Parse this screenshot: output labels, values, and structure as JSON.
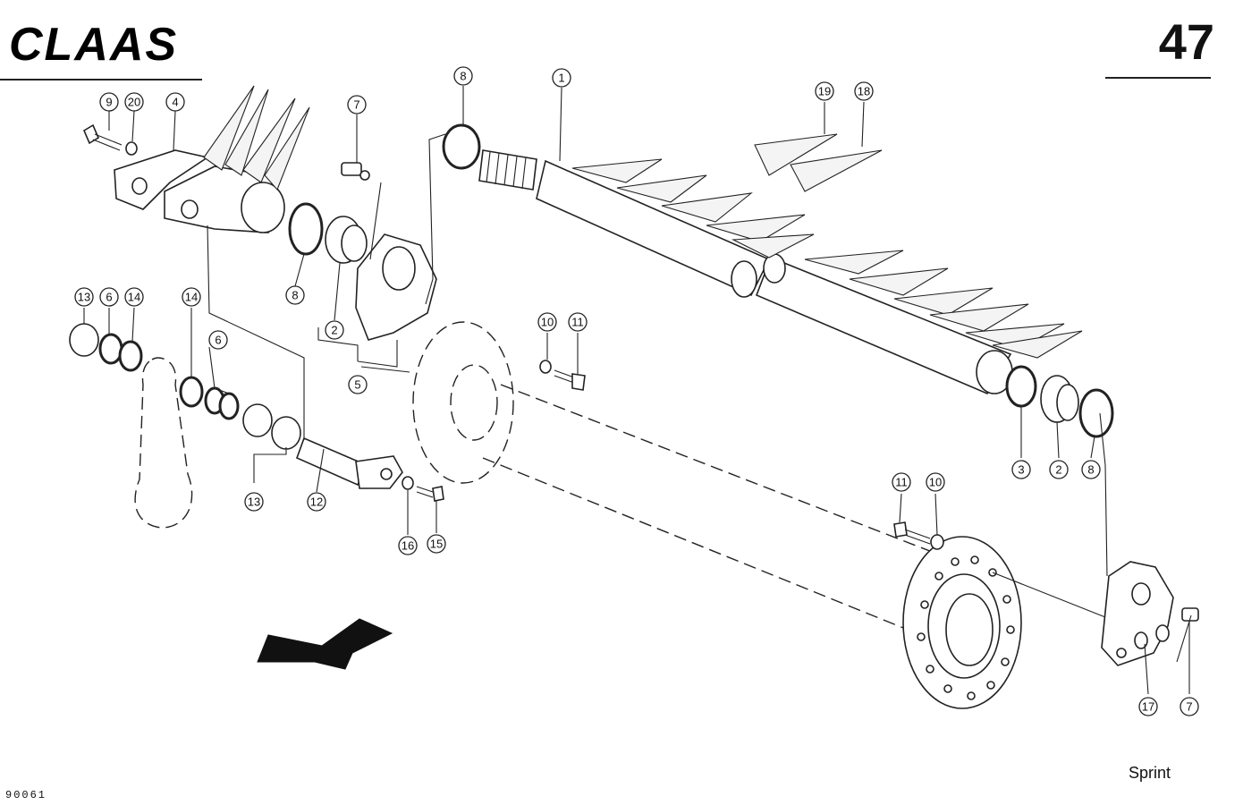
{
  "header": {
    "brand": "CLAAS",
    "page_number": "47"
  },
  "footer": {
    "drawing_code": "90061",
    "model": "Sprint"
  },
  "callouts": [
    {
      "id": "c-9",
      "label": "9"
    },
    {
      "id": "c-20",
      "label": "20"
    },
    {
      "id": "c-4",
      "label": "4"
    },
    {
      "id": "c-7a",
      "label": "7"
    },
    {
      "id": "c-8a",
      "label": "8"
    },
    {
      "id": "c-1",
      "label": "1"
    },
    {
      "id": "c-19",
      "label": "19"
    },
    {
      "id": "c-18",
      "label": "18"
    },
    {
      "id": "c-8b",
      "label": "8"
    },
    {
      "id": "c-2a",
      "label": "2"
    },
    {
      "id": "c-5",
      "label": "5"
    },
    {
      "id": "c-13a",
      "label": "13"
    },
    {
      "id": "c-6a",
      "label": "6"
    },
    {
      "id": "c-14a",
      "label": "14"
    },
    {
      "id": "c-14b",
      "label": "14"
    },
    {
      "id": "c-6b",
      "label": "6"
    },
    {
      "id": "c-10a",
      "label": "10"
    },
    {
      "id": "c-11a",
      "label": "11"
    },
    {
      "id": "c-3",
      "label": "3"
    },
    {
      "id": "c-2b",
      "label": "2"
    },
    {
      "id": "c-8c",
      "label": "8"
    },
    {
      "id": "c-13b",
      "label": "13"
    },
    {
      "id": "c-12",
      "label": "12"
    },
    {
      "id": "c-16",
      "label": "16"
    },
    {
      "id": "c-15",
      "label": "15"
    },
    {
      "id": "c-11b",
      "label": "11"
    },
    {
      "id": "c-10b",
      "label": "10"
    },
    {
      "id": "c-17",
      "label": "17"
    },
    {
      "id": "c-7b",
      "label": "7"
    }
  ]
}
